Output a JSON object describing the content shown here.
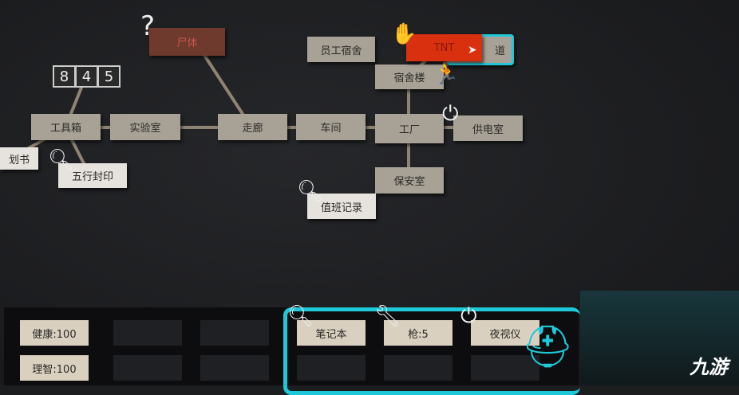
{
  "map": {
    "corpse": "尸体",
    "staff_dorm": "员工宿舍",
    "tnt": "TNT",
    "hidden_room": "道",
    "dorm_building": "宿舍楼",
    "code": [
      "8",
      "4",
      "5"
    ],
    "toolbox": "工具箱",
    "lab": "实验室",
    "corridor": "走廊",
    "workshop": "车间",
    "factory": "工厂",
    "power_room": "供电室",
    "plan_book": "划书",
    "five_seal": "五行封印",
    "security_room": "保安室",
    "duty_log": "值班记录"
  },
  "status": {
    "health": "健康:100",
    "sanity": "理智:100"
  },
  "inventory": {
    "items": [
      "笔记本",
      "枪:5",
      "夜视仪"
    ]
  },
  "watermark": "九游",
  "colors": {
    "accent": "#1fc8d8",
    "tnt": "#d9300f"
  }
}
